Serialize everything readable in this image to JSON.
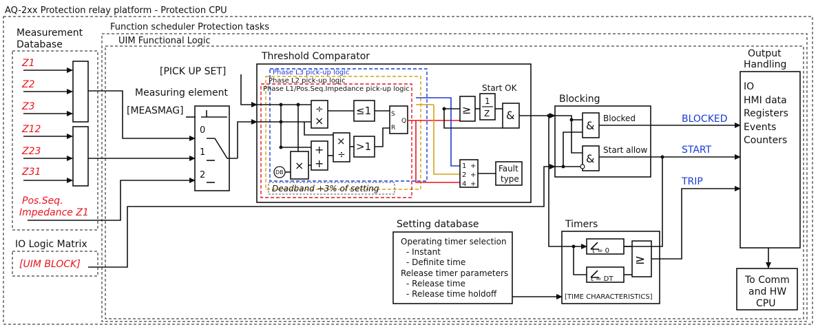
{
  "outer_title": "AQ-2xx Protection relay platform - Protection CPU",
  "scheduler_title": "Function scheduler Protection tasks",
  "uim_title": "UIM Functional Logic",
  "measurement_db": {
    "title_line1": "Measurement",
    "title_line2": "Database",
    "inputs": [
      "Z1",
      "Z2",
      "Z3",
      "Z12",
      "Z23",
      "Z31"
    ],
    "posseq_line1": "Pos.Seq.",
    "posseq_line2": "Impedance Z1"
  },
  "io_logic": {
    "title": "IO Logic Matrix",
    "signal": "[UIM BLOCK]"
  },
  "pickup_set": "[PICK UP SET]",
  "measuring_element": "Measuring element",
  "measmag": "[MEASMAG]",
  "selector_positions": [
    "0",
    "1",
    "2"
  ],
  "threshold": {
    "title": "Threshold Comparator",
    "phase_l3": "Phase L3 pick-up logic",
    "phase_l2": "Phase L2 pick-up logic",
    "phase_l1": "Phase L1/Pos.Seq.Impedance pick-up logic",
    "le1": "≤1",
    "gt1": ">1",
    "plus": "+",
    "times": "×",
    "divide": "÷",
    "db": "DB",
    "sr_s": "S",
    "sr_r": "R",
    "sr_q": "Q",
    "deadband": "Deadband  +3% of setting",
    "start_ok": "Start OK",
    "ge": "≥",
    "delay_num": "1",
    "delay_den": "Z",
    "and": "&",
    "fault_inputs": [
      "1",
      "2",
      "4"
    ],
    "fault_line1": "Fault",
    "fault_line2": "type"
  },
  "blocking": {
    "title": "Blocking",
    "blocked": "Blocked",
    "start_allow": "Start allow",
    "and": "&"
  },
  "outputs": {
    "blocked": "BLOCKED",
    "start": "START",
    "trip": "TRIP"
  },
  "output_handling": {
    "title_line1": "Output",
    "title_line2": "Handling",
    "items": [
      "IO",
      "HMI data",
      "Registers",
      "Events",
      "Counters"
    ]
  },
  "to_comm": {
    "line1": "To Comm",
    "line2": "and HW",
    "line3": "CPU"
  },
  "setting_db": {
    "title": "Setting database",
    "lines": [
      "Operating timer selection",
      "- Instant",
      "- Definite time",
      "Release timer parameters",
      "- Release time",
      "- Release time holdoff"
    ]
  },
  "timers": {
    "title": "Timers",
    "t0": "t = 0",
    "tdt": "t = DT",
    "ge": "≥",
    "characteristics": "[TIME CHARACTERISTICS]"
  },
  "colors": {
    "red": "#e8141c",
    "blue": "#1a3ad6",
    "yellow": "#d4a017",
    "black": "#111111"
  }
}
